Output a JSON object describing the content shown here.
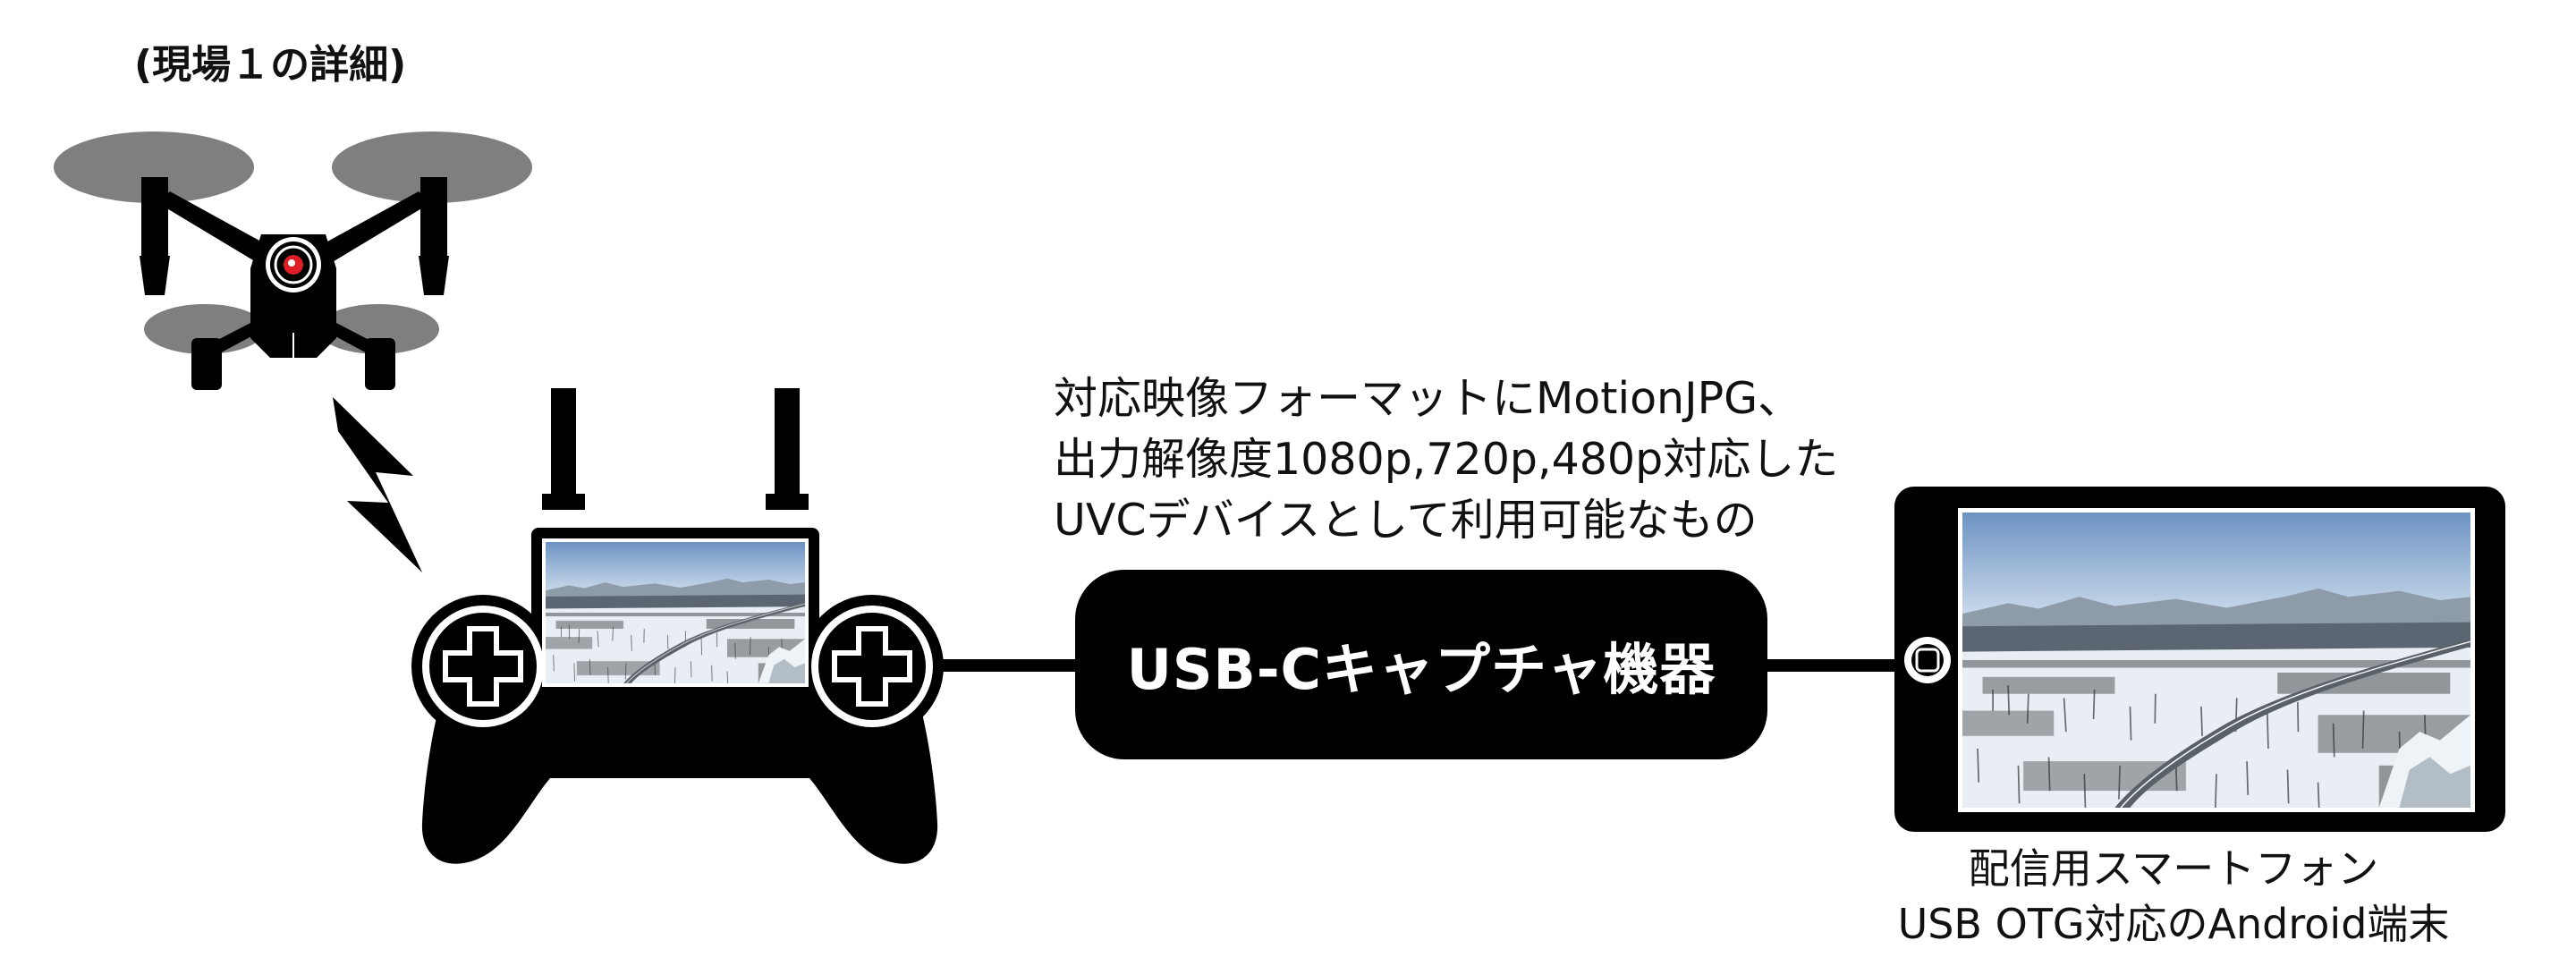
{
  "header": {
    "label": "(現場１の詳細)"
  },
  "spec": {
    "lines": [
      "対応映像フォーマットにMotionJPG、",
      "出力解像度1080p,720p,480p対応した",
      "UVCデバイスとして利用可能なもの"
    ]
  },
  "capture_device": {
    "label": "USB-Cキャプチャ機器"
  },
  "phone": {
    "caption_lines": [
      "配信用スマートフォン",
      "USB OTG対応のAndroid端末"
    ]
  },
  "icons": {
    "drone": "drone-icon",
    "signal": "lightning-signal-icon",
    "controller": "remote-controller-icon",
    "capture": "capture-device-box",
    "phone": "smartphone-icon"
  },
  "colors": {
    "device_fill": "#000000",
    "propeller": "#7f7f7f",
    "camera_accent": "#e01e26",
    "label_on_dark": "#ffffff",
    "sky_top": "#6d93c3",
    "sky_bottom": "#c9d9ea",
    "snow": "#e8eef3",
    "forest": "#3b3f44"
  }
}
